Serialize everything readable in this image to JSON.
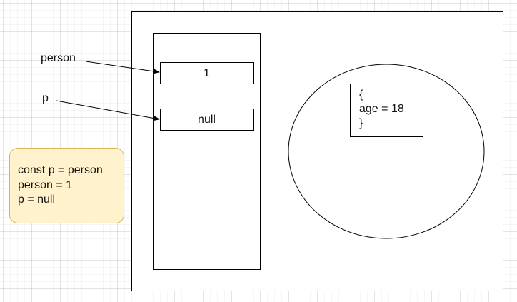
{
  "stack": {
    "cells": [
      {
        "value": "1"
      },
      {
        "value": "null"
      }
    ]
  },
  "variables": {
    "person": "person",
    "p": "p"
  },
  "heap": {
    "object_lines": [
      "{",
      "age = 18",
      "}"
    ]
  },
  "note": {
    "lines": [
      "const p = person",
      "person = 1",
      "p = null"
    ]
  },
  "colors": {
    "note_fill": "#fff2cc",
    "note_border": "#d6b656",
    "stroke": "#000000"
  }
}
